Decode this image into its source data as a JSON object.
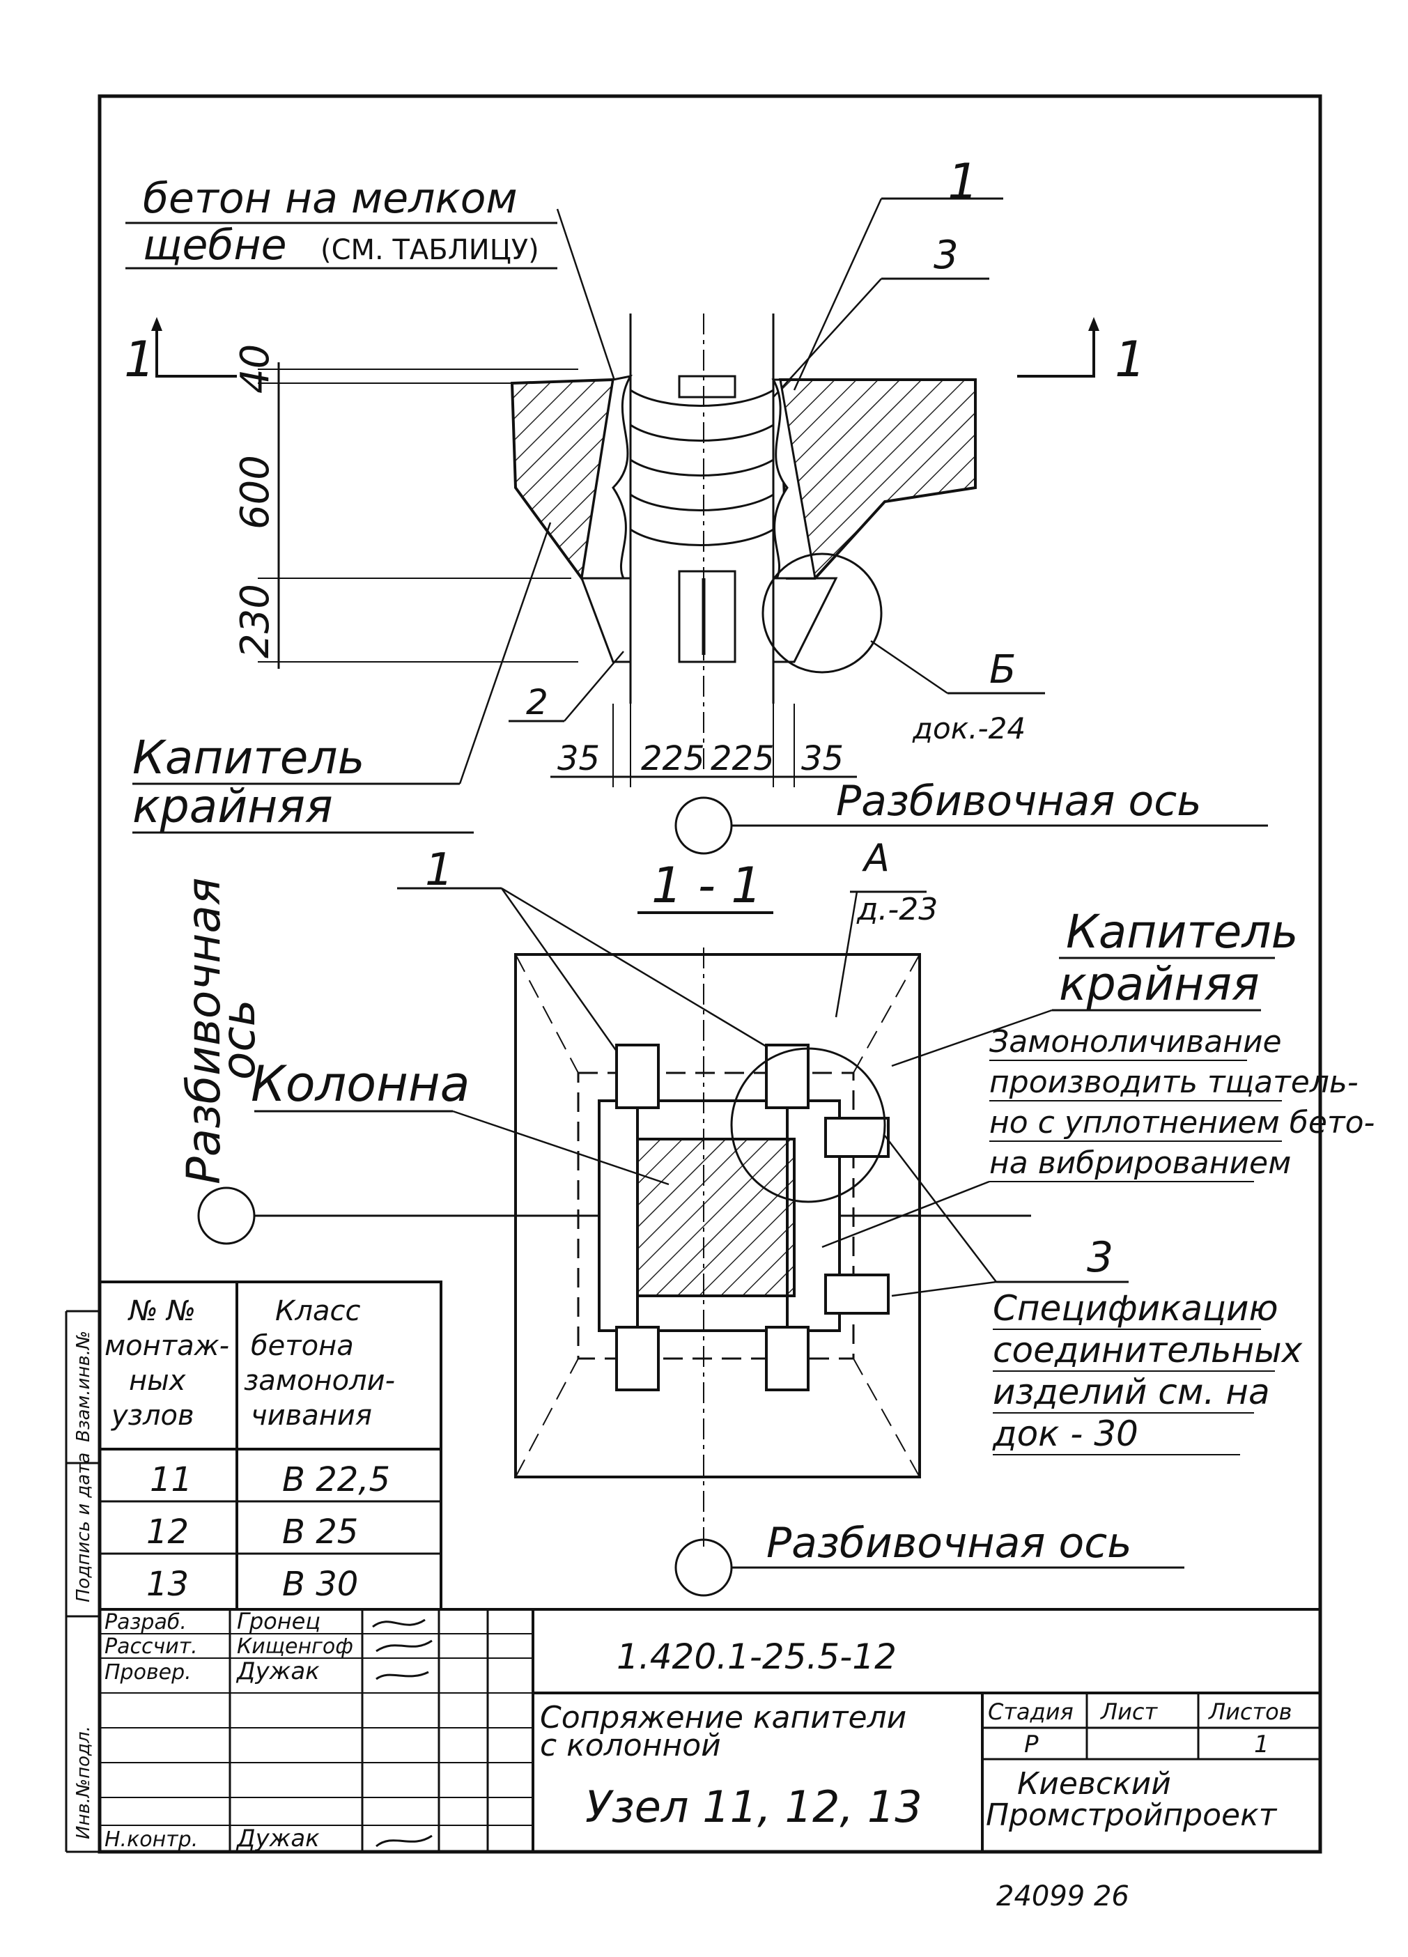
{
  "top_view": {
    "concrete_note_line1": "бетон на мелком",
    "concrete_note_line2": "щебне",
    "concrete_note_line2b": "(СМ. ТАБЛИЦУ)",
    "section_mark_left": "1",
    "section_mark_right": "1",
    "callout_1": "1",
    "callout_3": "3",
    "callout_2": "2",
    "callout_b": "Б",
    "callout_b_ref": "док.-24",
    "dim_40": "40",
    "dim_600": "600",
    "dim_230": "230",
    "dim_35_left": "35",
    "dim_225_left": "225",
    "dim_225_right": "225",
    "dim_35_right": "35",
    "capital_label_line1": "Капитель",
    "capital_label_line2": "крайняя",
    "axis_label": "Разбивочная ось"
  },
  "section_view": {
    "title": "1 - 1",
    "callout_1": "1",
    "callout_a": "А",
    "callout_a_ref": "д.-23",
    "axis_vertical_line1": "Разбивочная",
    "axis_vertical_line2": "ось",
    "column_label": "Колонна",
    "capital_label_line1": "Капитель",
    "capital_label_line2": "крайняя",
    "note_lines": [
      "Замоноличивание",
      "производить тщатель-",
      "но с уплотнением бето-",
      "на вибрированием"
    ],
    "callout_3": "3",
    "spec_lines": [
      "Спецификацию",
      "соединительных",
      "изделий см. на",
      "док - 30"
    ],
    "axis_label_bottom": "Разбивочная ось"
  },
  "table": {
    "header_col1": [
      "№ №",
      "монтаж-",
      "ных",
      "узлов"
    ],
    "header_col2": [
      "Класс",
      "бетона",
      "замоноли-",
      "чивания"
    ],
    "rows": [
      {
        "node": "11",
        "concrete_class": "В 22,5"
      },
      {
        "node": "12",
        "concrete_class": "В 25"
      },
      {
        "node": "13",
        "concrete_class": "В 30"
      }
    ]
  },
  "side_stamp": {
    "field1": "Инв.№подл.",
    "field2": "Подпись и дата",
    "field3": "Взам.инв.№"
  },
  "title_block": {
    "roles": [
      "Разраб.",
      "Рассчит.",
      "Провер.",
      "",
      "",
      "",
      "Н.контр."
    ],
    "names": [
      "Гронец",
      "Кищенгоф",
      "Дужак",
      "",
      "",
      "",
      "Дужак"
    ],
    "doc_code": "1.420.1-25.5-12",
    "title_line1": "Сопряжение капители",
    "title_line2": "с колонной",
    "node_title": "Узел 11, 12, 13",
    "stage_header": "Стадия",
    "sheet_header": "Лист",
    "sheets_header": "Листов",
    "stage_value": "Р",
    "sheets_value": "1",
    "org_line1": "Киевский",
    "org_line2": "Промстройпроект",
    "footer_number": "24099 26"
  }
}
